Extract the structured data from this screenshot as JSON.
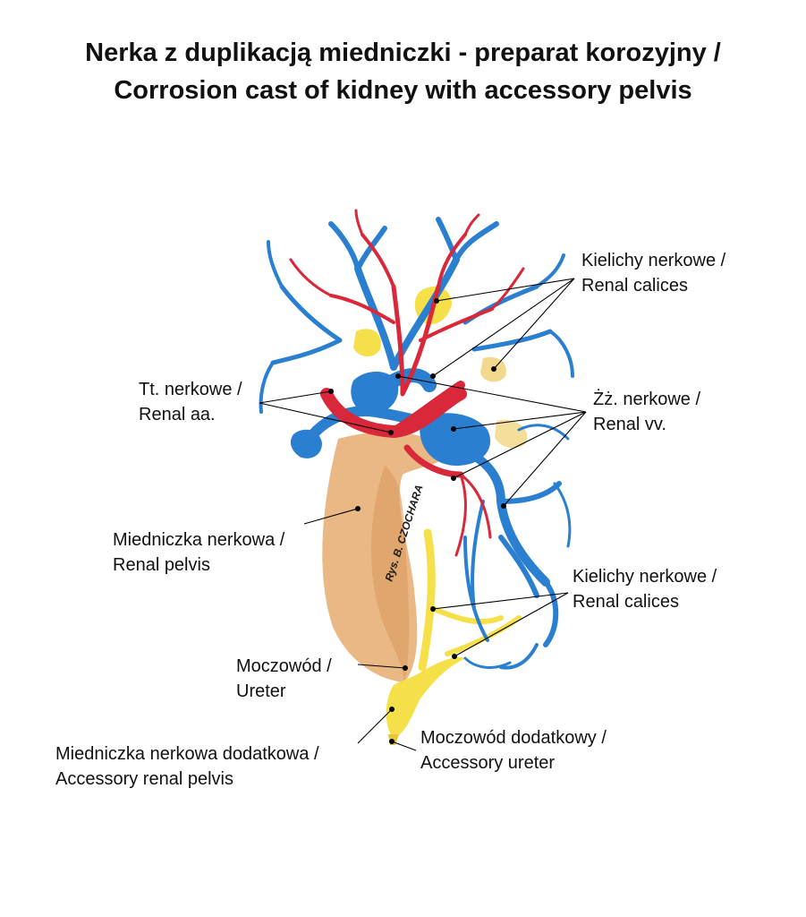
{
  "title": {
    "line1": "Nerka z duplikacją miedniczki - preparat korozyjny /",
    "line2": "Corrosion cast of kidney with accessory pelvis"
  },
  "labels": {
    "calices_top": [
      "Kielichy nerkowe /",
      "Renal calices"
    ],
    "arteries": [
      "Tt. nerkowe /",
      "Renal aa."
    ],
    "veins": [
      "Żż. nerkowe /",
      "Renal vv."
    ],
    "pelvis": [
      "Miedniczka nerkowa /",
      "Renal pelvis"
    ],
    "calices_bottom": [
      "Kielichy nerkowe /",
      "Renal calices"
    ],
    "ureter": [
      "Moczowód /",
      "Ureter"
    ],
    "accessory_pelvis": [
      "Miedniczka nerkowa dodatkowa /",
      "Accessory renal pelvis"
    ],
    "accessory_ureter": [
      "Moczowód dodatkowy /",
      "Accessory ureter"
    ]
  },
  "signature": "Rys. B. CZOCHARA",
  "colors": {
    "artery": "#d8283a",
    "vein": "#2a7fd0",
    "pelvis": "#e8b27a",
    "calyx": "#f5e04a"
  }
}
